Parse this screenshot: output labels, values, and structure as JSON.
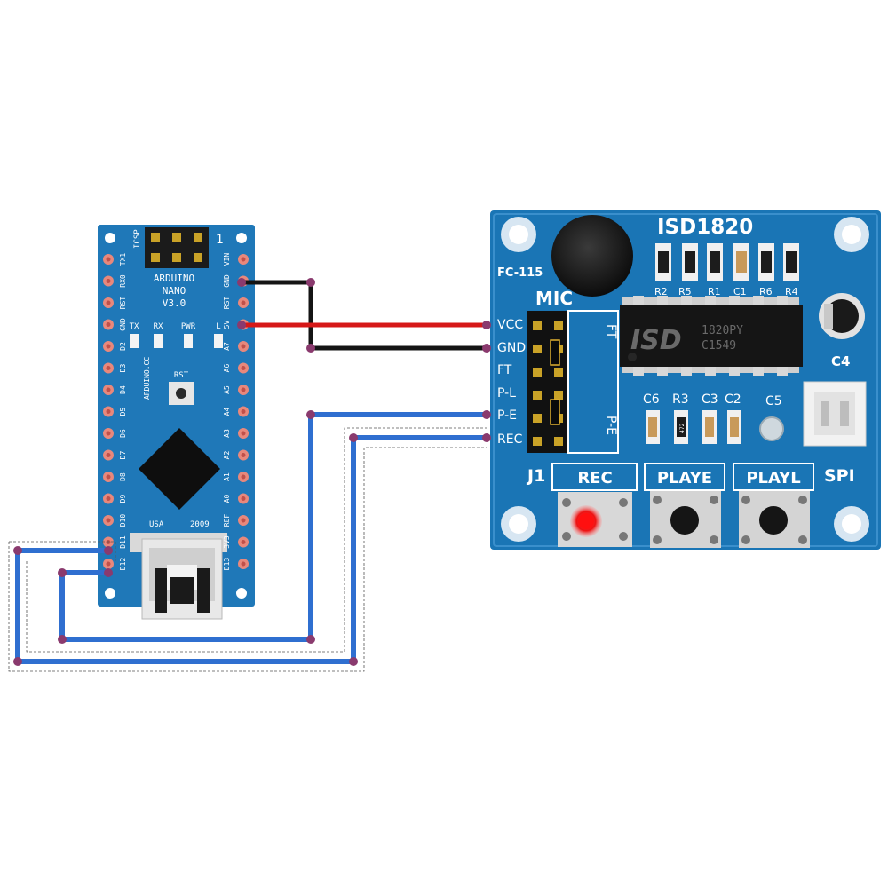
{
  "nano": {
    "title_line1": "ARDUINO",
    "title_line2": "NANO",
    "title_line3": "V3.0",
    "icsp": "ICSP",
    "pin1_mark": "1",
    "led_labels": [
      "TX",
      "RX",
      "PWR",
      "L"
    ],
    "rst_button": "RST",
    "brand": "ARDUINO.CC",
    "usa": "USA",
    "year": "2009",
    "left_pins": [
      "TX1",
      "RX0",
      "RST",
      "GND",
      "D2",
      "D3",
      "D4",
      "D5",
      "D6",
      "D7",
      "D8",
      "D9",
      "D10",
      "D11",
      "D12"
    ],
    "right_pins": [
      "VIN",
      "GND",
      "RST",
      "5V",
      "A7",
      "A6",
      "A5",
      "A4",
      "A3",
      "A2",
      "A1",
      "A0",
      "REF",
      "3V3",
      "D13"
    ]
  },
  "module": {
    "title": "ISD1820",
    "model": "FC-115",
    "mic": "MIC",
    "pins": [
      "VCC",
      "GND",
      "FT",
      "P-L",
      "P-E",
      "REC"
    ],
    "jumper_labels": [
      "FT",
      "P-E"
    ],
    "chip_brand": "ISD",
    "chip_part_line1": "1820PY",
    "chip_part_line2": "C1549",
    "top_component_labels": [
      "R2",
      "R5",
      "R1",
      "C1",
      "R6",
      "R4"
    ],
    "cap_c4": "C4",
    "row_labels": [
      "C6",
      "R3",
      "C3",
      "C2",
      "C5"
    ],
    "smd_marking": "472",
    "j1": "J1",
    "spi": "SPI",
    "buttons": [
      "REC",
      "PLAYE",
      "PLAYL"
    ]
  },
  "colors": {
    "board_blue": "#1f78b8",
    "wire_red": "#d61818",
    "wire_black": "#141414",
    "trace_blue": "#2f6fd0",
    "node": "#8a3a6e"
  }
}
